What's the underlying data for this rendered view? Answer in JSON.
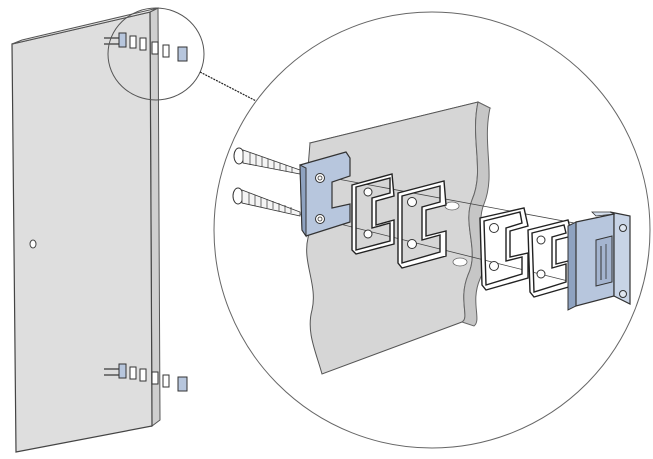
{
  "diagram": {
    "panel_color": "#d9d9d9",
    "panel_edge_color": "#bfbfbf",
    "outline_color": "#333333",
    "accent_color": "#b7c6dd",
    "accent_edge_color": "#5a6e8e",
    "callout_line_color": "#222222",
    "parts": [
      {
        "name": "glass-door-panel"
      },
      {
        "name": "door-hole"
      },
      {
        "name": "top-hinge-assembly"
      },
      {
        "name": "bottom-hinge-assembly"
      },
      {
        "name": "detail-callout-circle"
      },
      {
        "name": "wall-panel-section"
      },
      {
        "name": "fixing-screw-upper"
      },
      {
        "name": "fixing-screw-lower"
      },
      {
        "name": "wall-mount-plate"
      },
      {
        "name": "gasket-1"
      },
      {
        "name": "gasket-2"
      },
      {
        "name": "gasket-3"
      },
      {
        "name": "gasket-4"
      },
      {
        "name": "hinge-body"
      }
    ]
  }
}
